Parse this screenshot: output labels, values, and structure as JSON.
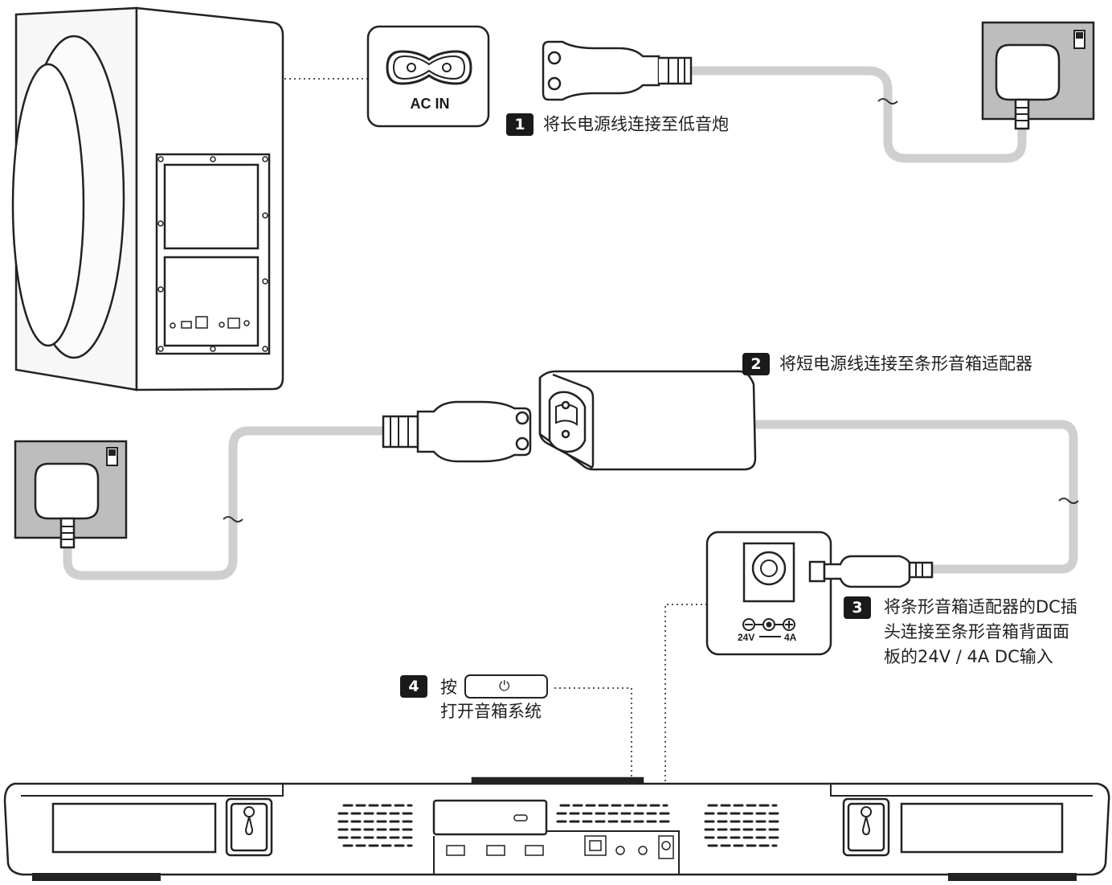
{
  "labels": {
    "ac_in": "AC IN",
    "dc_rating_left": "24V",
    "dc_rating_right": "4A"
  },
  "steps": [
    {
      "number": "1",
      "text": "将长电源线连接至低音炮"
    },
    {
      "number": "2",
      "text": "将短电源线连接至条形音箱适配器"
    },
    {
      "number": "3",
      "lines": [
        "将条形音箱适配器的DC插",
        "头连接至条形音箱背面面",
        "板的24V / 4A DC输入"
      ]
    },
    {
      "number": "4",
      "press": "按",
      "line2": "打开音箱系统",
      "button_icon": "power-icon"
    }
  ],
  "icons": [
    "subwoofer",
    "ac-inlet-icon",
    "power-cord-plug-icon",
    "wall-outlet-icon",
    "power-adapter-icon",
    "dc-jack-icon",
    "soundbar",
    "power-icon"
  ],
  "colors": {
    "cable": "#cfcfcf",
    "outline": "#222222",
    "outlet_bg": "#bdbdbd",
    "badge": "#1a1a1a"
  }
}
